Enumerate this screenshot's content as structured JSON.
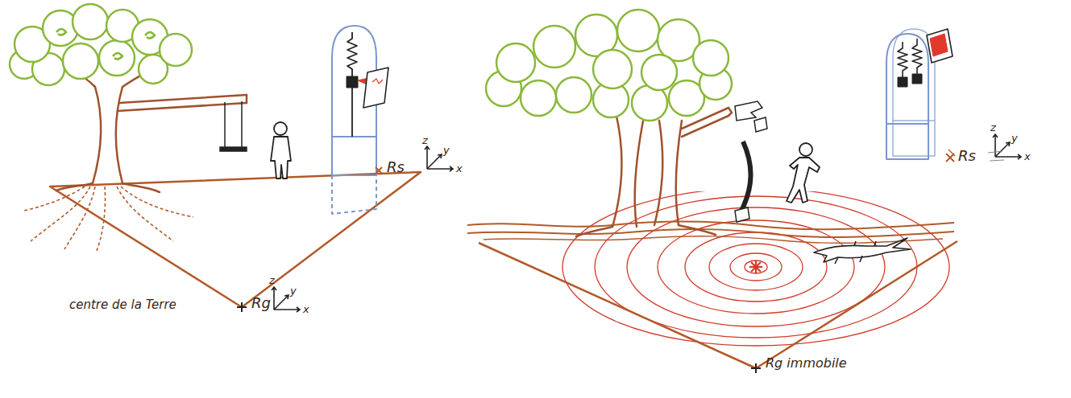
{
  "diagram": {
    "labels": [
      "Rs",
      "z",
      "y",
      "x",
      "centre de la Terre",
      "Rg",
      "z",
      "y",
      "x",
      "Rs",
      "z",
      "y",
      "x",
      "Rg immobile"
    ]
  }
}
